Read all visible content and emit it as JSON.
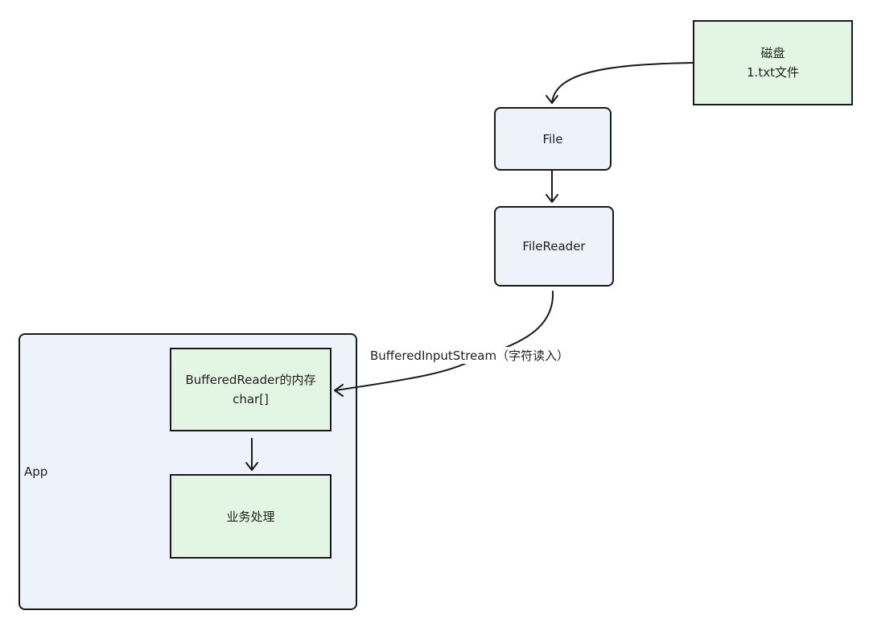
{
  "nodes": {
    "disk": {
      "line1": "磁盘",
      "line2": "1.txt文件"
    },
    "file": {
      "label": "File"
    },
    "filereader": {
      "label": "FileReader"
    },
    "app": {
      "label": "App"
    },
    "buffered": {
      "line1": "BufferedReader的内存",
      "line2": "char[]"
    },
    "business": {
      "label": "业务处理"
    }
  },
  "edges": {
    "filereader_to_buffered": {
      "label": "BufferedInputStream（字符读入）"
    }
  },
  "colors": {
    "green_fill": "#e3f5e3",
    "blue_fill": "#eef2fb",
    "stroke": "#1a1a1a"
  }
}
